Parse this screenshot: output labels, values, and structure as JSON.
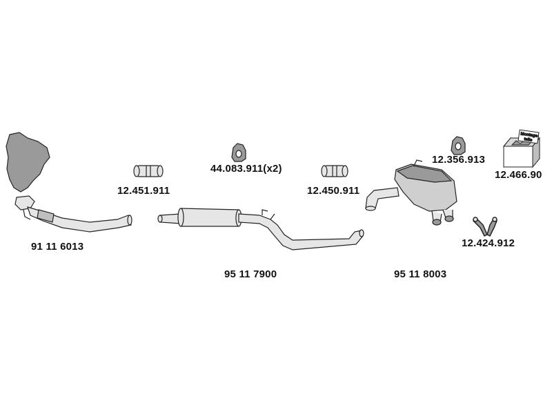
{
  "parts": {
    "manifold_pipe": {
      "number": "91 11 6013"
    },
    "middle_silencer": {
      "number": "95 11 7900"
    },
    "rear_silencer": {
      "number": "95 11 8003"
    },
    "clamp_1": {
      "number": "12.451.911"
    },
    "rubber_mount_1": {
      "number": "44.083.911(x2)"
    },
    "clamp_2": {
      "number": "12.450.911"
    },
    "rubber_mount_2": {
      "number": "12.356.913"
    },
    "mounting_kit": {
      "number": "12.466.90",
      "box_text_line1": "Montage-",
      "box_text_line2": "teile"
    },
    "gasket": {
      "number": "12.424.912"
    }
  },
  "colors": {
    "line": "#222222",
    "fill_light": "#e6e6e6",
    "fill_dark": "#9a9a9a"
  }
}
